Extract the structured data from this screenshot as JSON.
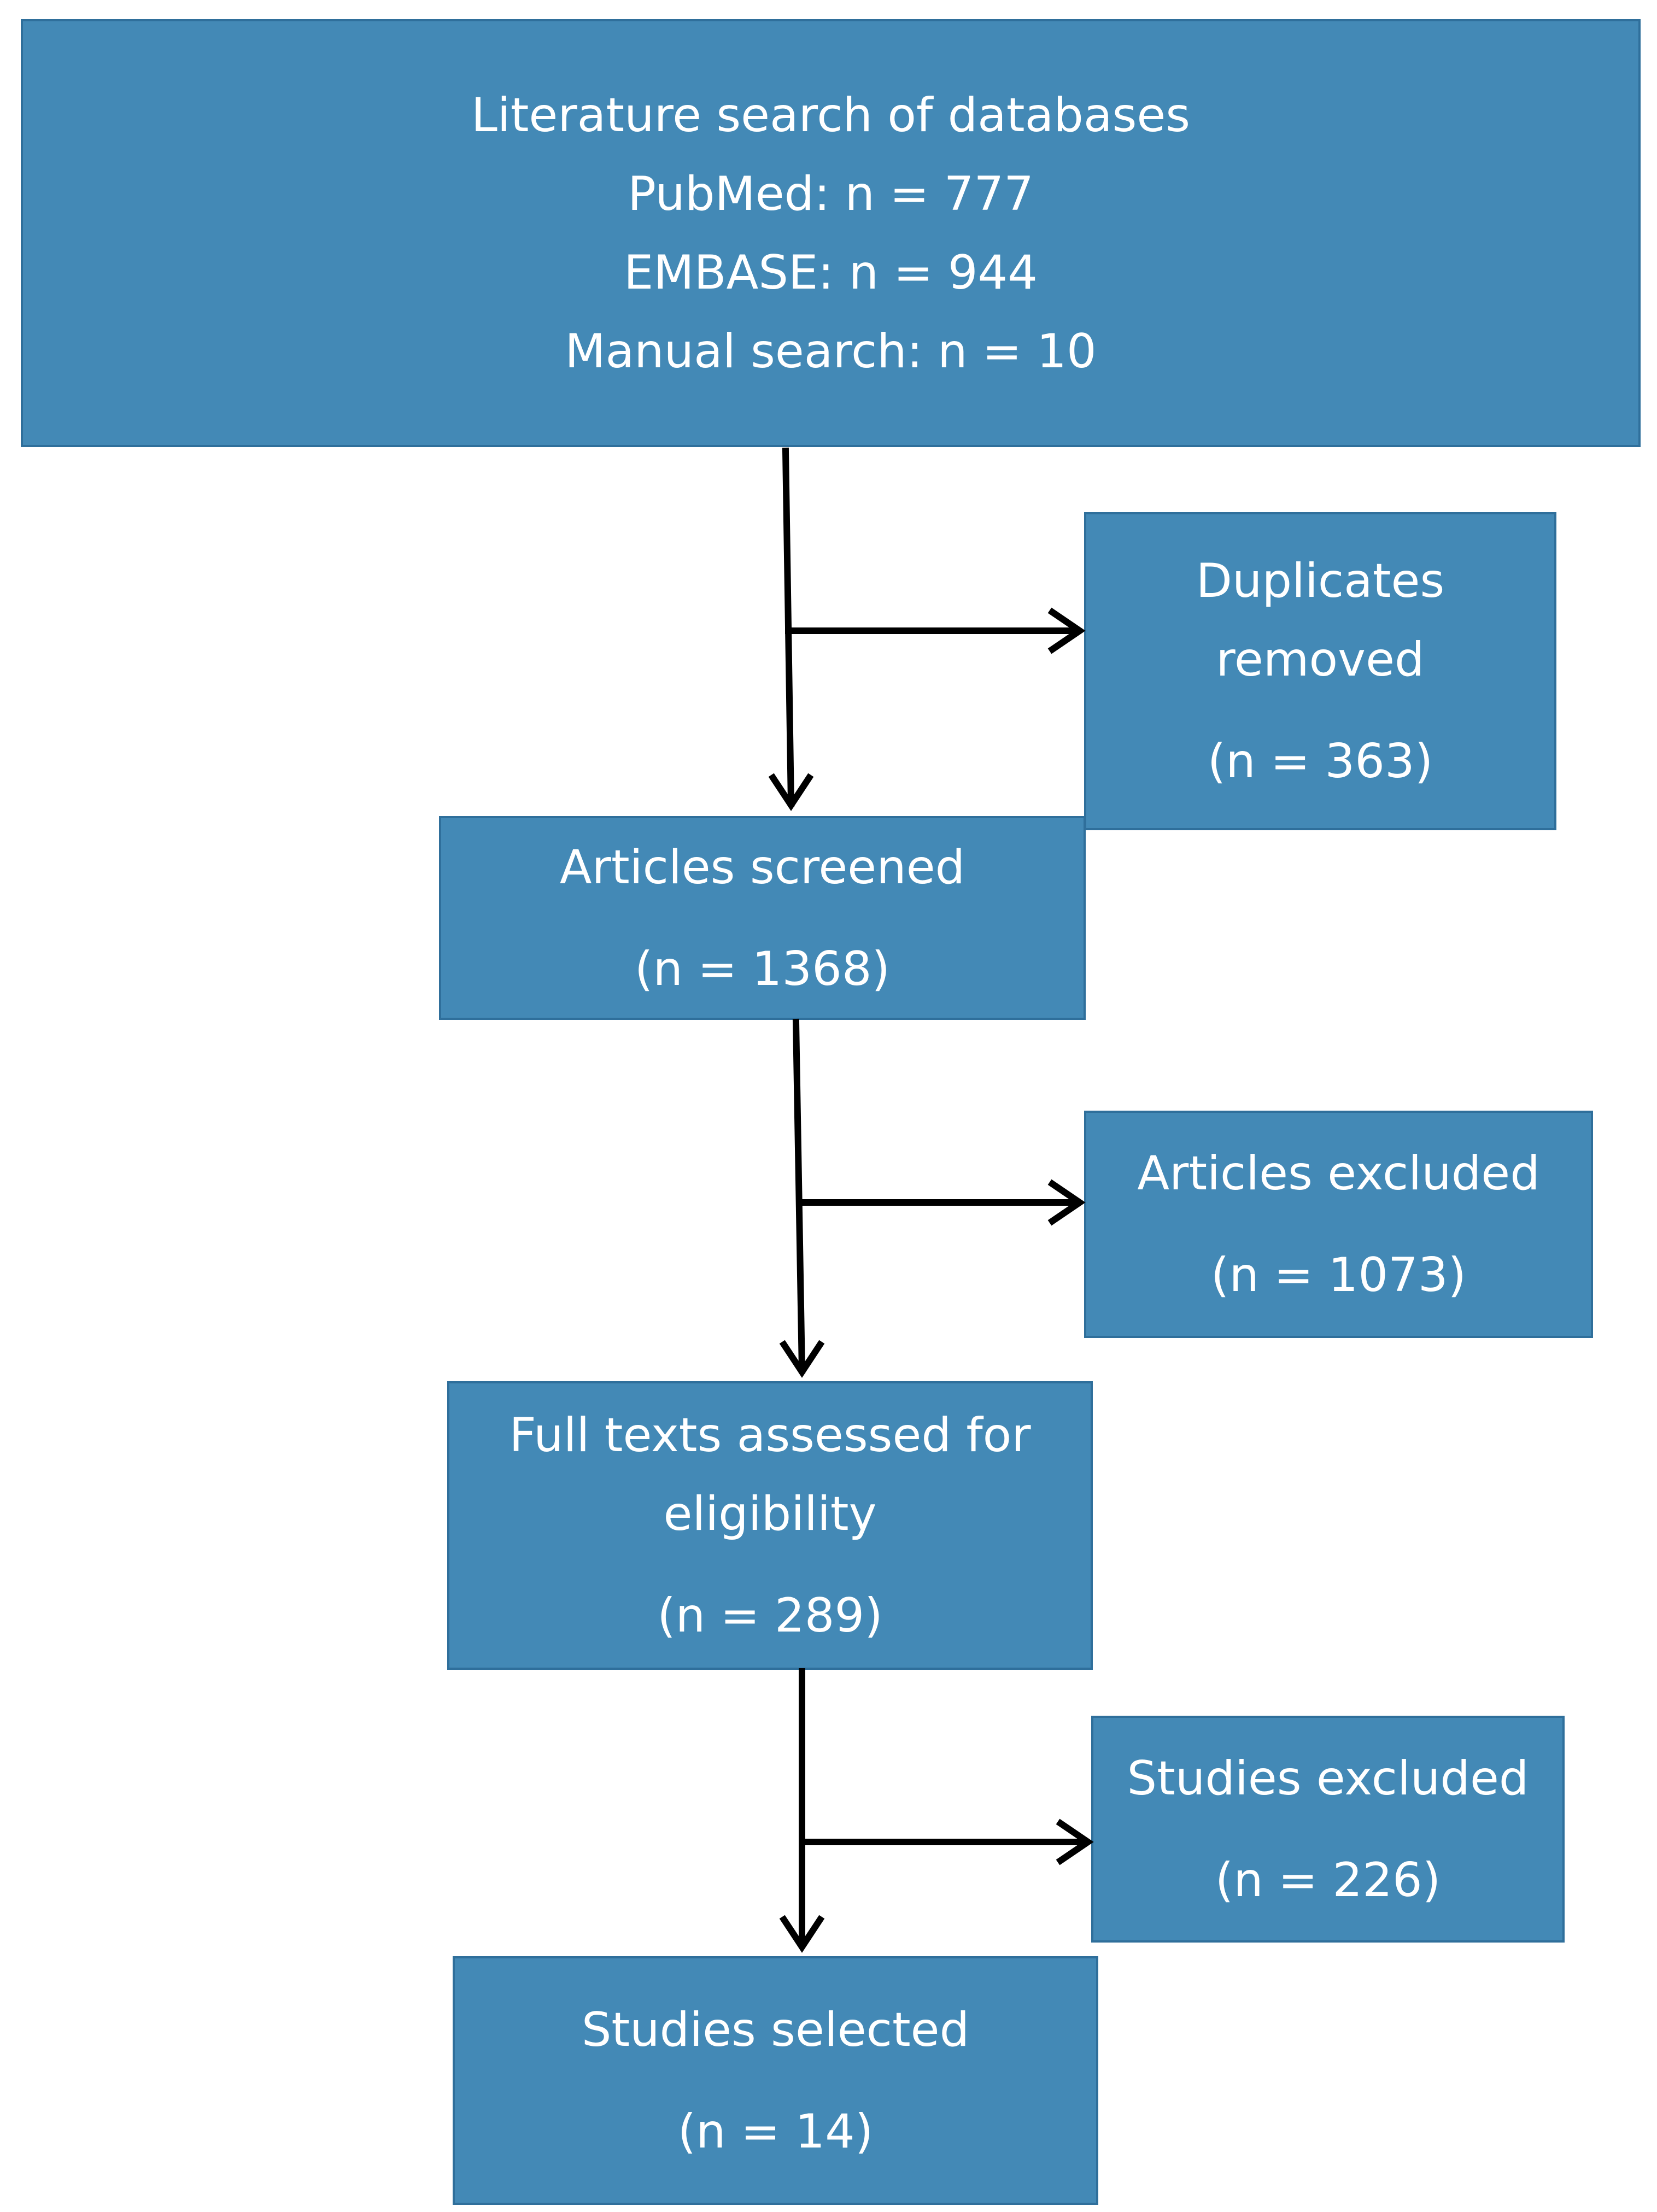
{
  "boxes": {
    "search": {
      "title": "Literature search of databases",
      "pubmed": "PubMed: n = 777",
      "embase": "EMBASE: n = 944",
      "manual": "Manual search: n = 10"
    },
    "duplicates": {
      "line1": "Duplicates",
      "line2": "removed",
      "count": "(n = 363)"
    },
    "screened": {
      "title": "Articles screened",
      "count": "(n = 1368)"
    },
    "articles_excluded": {
      "title": "Articles excluded",
      "count": "(n = 1073)"
    },
    "fulltexts": {
      "line1": "Full texts assessed for",
      "line2": "eligibility",
      "count": "(n = 289)"
    },
    "studies_excluded": {
      "title": "Studies excluded",
      "count": "(n = 226)"
    },
    "selected": {
      "title": "Studies selected",
      "count": "(n = 14)"
    }
  },
  "colors": {
    "box_fill": "#4389b6",
    "box_border": "#2f6f9b",
    "text": "#ffffff",
    "arrow": "#000000"
  }
}
